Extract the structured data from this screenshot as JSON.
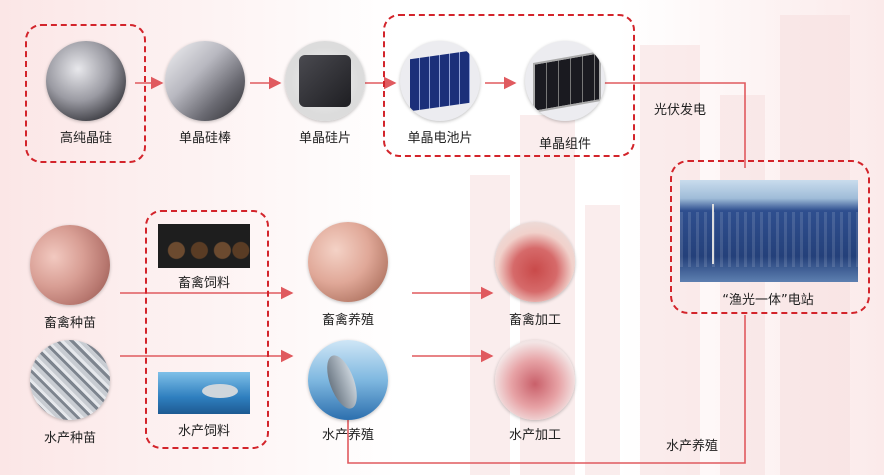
{
  "pv_chain": {
    "polysilicon": "高纯晶硅",
    "mono_ingot": "单晶硅棒",
    "mono_wafer": "单晶硅片",
    "mono_cell": "单晶电池片",
    "mono_module": "单晶组件",
    "pv_power": "光伏发电"
  },
  "station": {
    "label": "“渔光一体”电站"
  },
  "livestock": {
    "seedling": "畜禽种苗",
    "feed": "畜禽饲料",
    "farming": "畜禽养殖",
    "processing": "畜禽加工"
  },
  "aquatic": {
    "seedling": "水产种苗",
    "feed": "水产饲料",
    "farming": "水产养殖",
    "processing": "水产加工",
    "loop_label": "水产养殖"
  },
  "colors": {
    "accent": "#d3242b",
    "line": "#e05a5f"
  }
}
